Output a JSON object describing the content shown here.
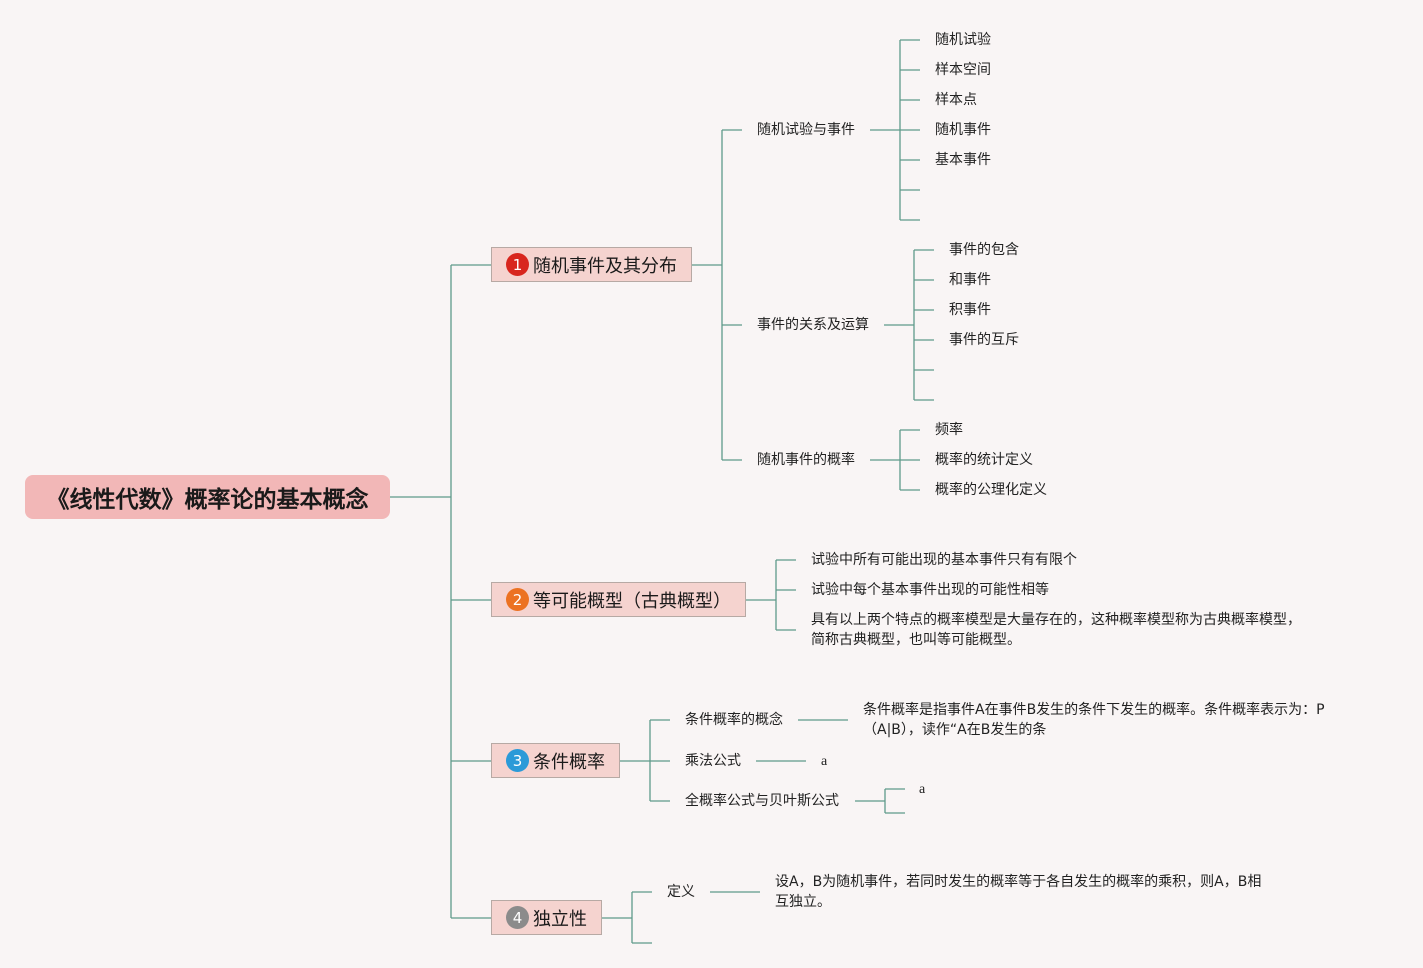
{
  "root": {
    "title": "《线性代数》概率论的基本概念"
  },
  "branches": [
    {
      "num": "1",
      "label": "随机事件及其分布",
      "subs": [
        {
          "label": "随机试验与事件",
          "items": [
            "随机试验",
            "样本空间",
            "样本点",
            "随机事件",
            "基本事件"
          ]
        },
        {
          "label": "事件的关系及运算",
          "items": [
            "事件的包含",
            "和事件",
            "积事件",
            "事件的互斥"
          ]
        },
        {
          "label": "随机事件的概率",
          "items": [
            "频率",
            "概率的统计定义",
            "概率的公理化定义"
          ]
        }
      ]
    },
    {
      "num": "2",
      "label": "等可能概型（古典概型）",
      "items": [
        "试验中所有可能出现的基本事件只有有限个",
        "试验中每个基本事件出现的可能性相等",
        "具有以上两个特点的概率模型是大量存在的，这种概率模型称为古典概率模型，简称古典概型，也叫等可能概型。"
      ]
    },
    {
      "num": "3",
      "label": "条件概率",
      "subs": [
        {
          "label": "条件概率的概念",
          "detail": "条件概率是指事件A在事件B发生的条件下发生的概率。条件概率表示为：P（A|B），读作“A在B发生的条"
        },
        {
          "label": "乘法公式",
          "detail": "a"
        },
        {
          "label": "全概率公式与贝叶斯公式",
          "detail": "a"
        }
      ]
    },
    {
      "num": "4",
      "label": "独立性",
      "subs": [
        {
          "label": "定义",
          "detail": "设A，B为随机事件，若同时发生的概率等于各自发生的概率的乘积，则A，B相互独立。"
        }
      ]
    }
  ],
  "colors": {
    "root_fill": "#f2b7b7",
    "branch_fill": "#f5d3cf",
    "line": "#5f9a8a",
    "badges": [
      "#d8261e",
      "#ec7222",
      "#2b9ad8",
      "#8b8b8b"
    ]
  }
}
